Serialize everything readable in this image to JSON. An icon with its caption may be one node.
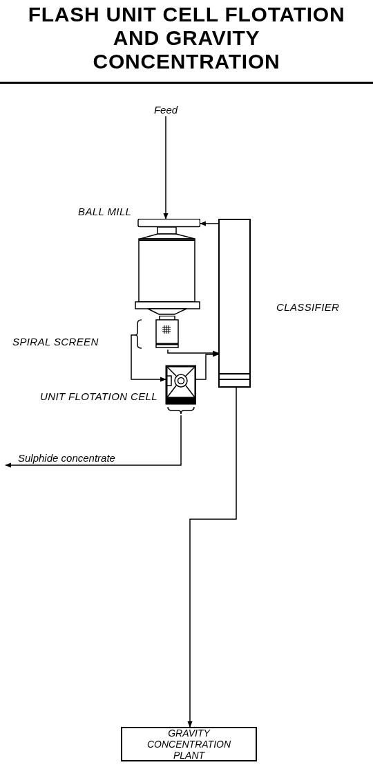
{
  "diagram": {
    "title": "FLASH UNIT CELL FLOTATION AND GRAVITY CONCENTRATION",
    "nodes": [
      {
        "text": [
          "Feed"
        ]
      },
      {
        "text": [
          "BALL MILL"
        ]
      },
      {
        "text": [
          "SPIRAL SCREEN"
        ]
      },
      {
        "text": [
          "UNIT FLOTATION CELL"
        ]
      },
      {
        "text": [
          "CLASSIFIER"
        ]
      },
      {
        "text": [
          "GRAVITY CONCENTRATION PLANT"
        ]
      }
    ],
    "edges": [
      {
        "from": 0,
        "to": 1,
        "arrow": "to"
      },
      {
        "from": 4,
        "to": 1,
        "arrow": "to"
      },
      {
        "from": 2,
        "to": 3,
        "arrow": "to"
      },
      {
        "from": 2,
        "to": 4,
        "arrow": "to"
      },
      {
        "from": 3,
        "to": 4,
        "arrow": "to"
      },
      {
        "from": 3,
        "to": null,
        "arrow": "to",
        "label": "Sulphide concentrate"
      },
      {
        "from": 4,
        "to": 5,
        "arrow": "to"
      }
    ]
  }
}
